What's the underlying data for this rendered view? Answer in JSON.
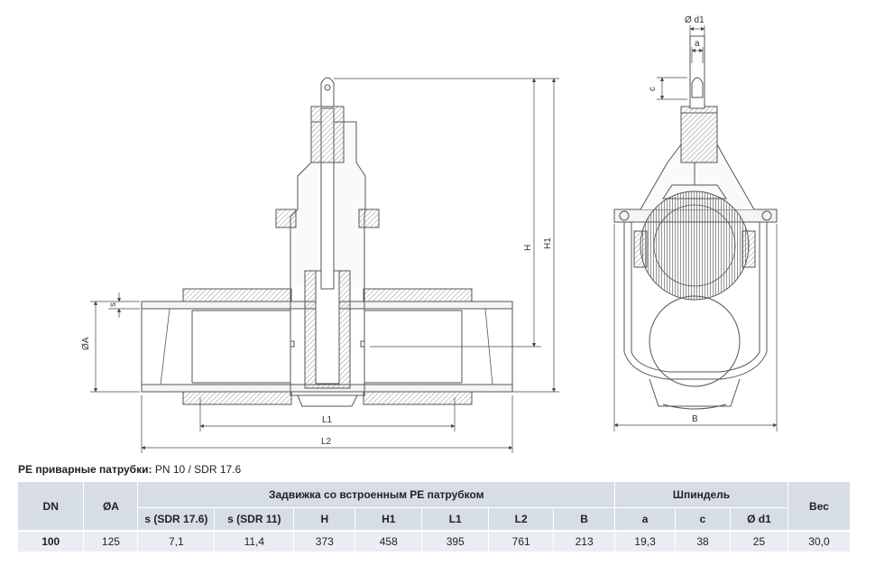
{
  "labels": {
    "phi_a": "ØA",
    "s": "s",
    "h": "H",
    "h1": "H1",
    "l1": "L1",
    "l2": "L2",
    "b": "B",
    "d1": "Ø d1",
    "a": "a",
    "c": "c"
  },
  "caption": {
    "title": "PE приварные патрубки:",
    "value": "PN 10 / SDR 17.6"
  },
  "table": {
    "groups": {
      "dn": "DN",
      "phi_a": "ØA",
      "valve": "Задвижка со встроенным PE патрубком",
      "spindle": "Шпиндель",
      "weight": "Вес"
    },
    "subheaders": [
      "s (SDR 17.6)",
      "s (SDR 11)",
      "H",
      "H1",
      "L1",
      "L2",
      "B",
      "a",
      "c",
      "Ø d1"
    ],
    "row": [
      "100",
      "125",
      "7,1",
      "11,4",
      "373",
      "458",
      "395",
      "761",
      "213",
      "19,3",
      "38",
      "25",
      "30,0"
    ]
  },
  "colors": {
    "header_bg": "#d6dde6",
    "row_bg": "#eaeef3",
    "line": "#555555"
  }
}
